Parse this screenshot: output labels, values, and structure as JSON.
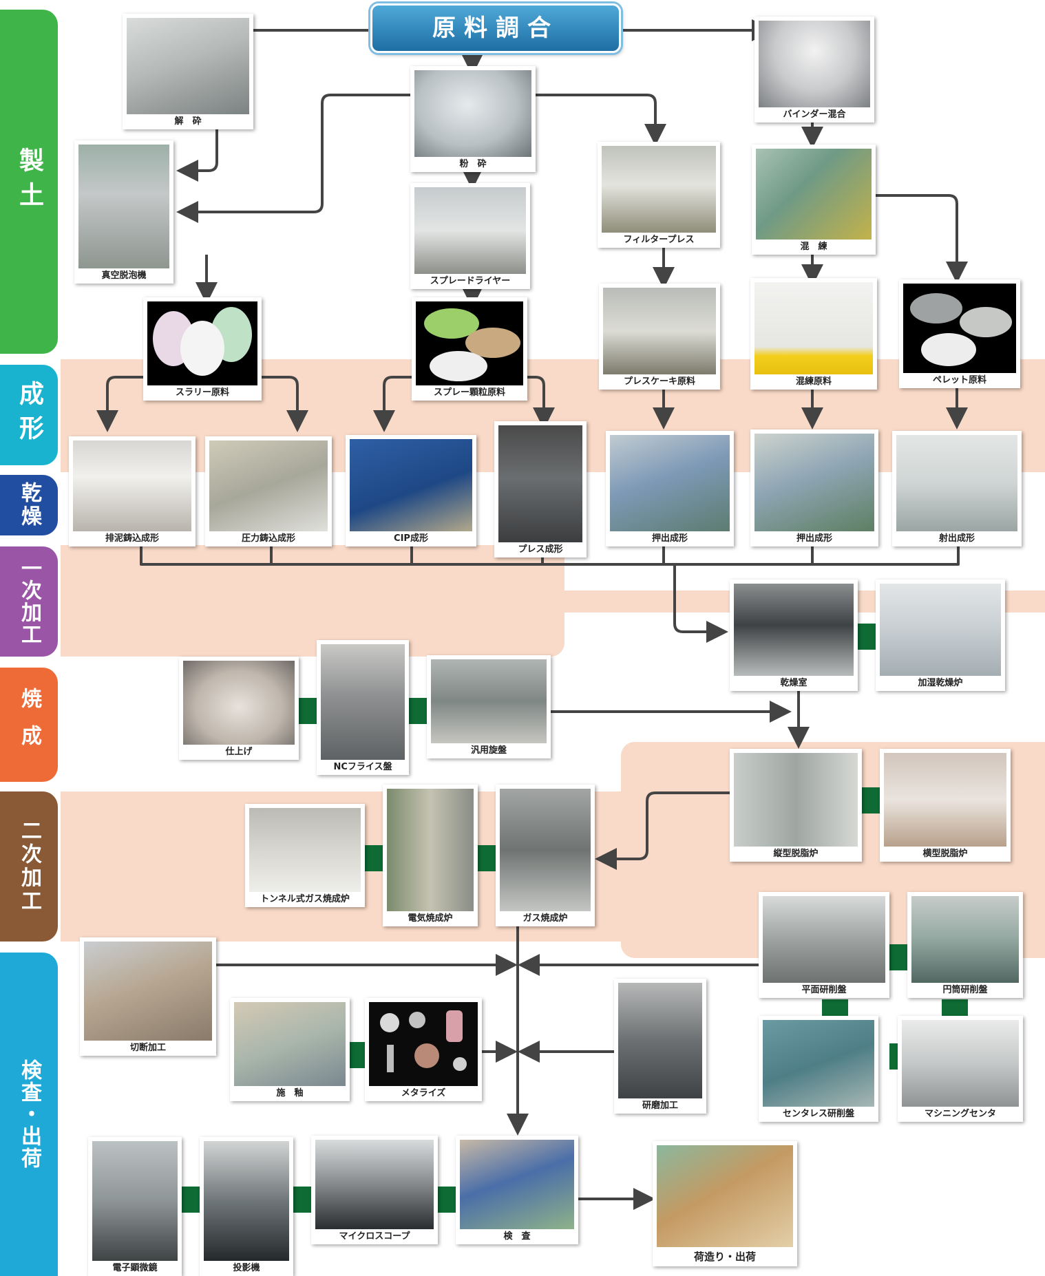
{
  "title": "原料調合",
  "stages": {
    "seido": "製土",
    "seikei": "成形",
    "kanso": "乾燥",
    "ichiji": "一次加工",
    "shosei": "焼成",
    "niji": "二次加工",
    "kensa": "検査・出荷"
  },
  "captions": {
    "kaisai": "解　砕",
    "funsai": "粉　砕",
    "binder": "バインダー混合",
    "shinku": "真空脱泡機",
    "spray_dryer": "スプレードライヤー",
    "filter": "フィルタープレス",
    "konren": "混　練",
    "slurry": "スラリー原料",
    "spray_gran": "スプレー顆粒原料",
    "press_cake": "プレスケーキ原料",
    "konren_genryo": "混練原料",
    "pellet": "ペレット原料",
    "haidei": "排泥鋳込成形",
    "atsuryoku": "圧力鋳込成形",
    "cip": "CIP成形",
    "press": "プレス成形",
    "oshidashi1": "押出成形",
    "oshidashi2": "押出成形",
    "shashutsu": "射出成形",
    "kansoshitsu": "乾燥室",
    "kashitsu": "加湿乾燥炉",
    "shiage": "仕上げ",
    "nc": "NCフライス盤",
    "hanyo": "汎用旋盤",
    "tategata": "縦型脱脂炉",
    "yokogata": "横型脱脂炉",
    "tunnel": "トンネル式ガス焼成炉",
    "denki": "電気焼成炉",
    "gas": "ガス焼成炉",
    "heimen": "平面研削盤",
    "entou": "円筒研削盤",
    "setsudan": "切断加工",
    "seyu": "施　釉",
    "metalize": "メタライズ",
    "kenma": "研磨加工",
    "centerless": "センタレス研削盤",
    "machining": "マシニングセンタ",
    "denshi": "電子顕微鏡",
    "toei": "投影機",
    "micro": "マイクロスコープ",
    "kensa": "検　査",
    "nizukuri": "荷造り・出荷"
  },
  "colors": {
    "seido": "#3fb549",
    "seikei": "#1ab3cf",
    "kanso": "#214ea0",
    "ichiji": "#9a55a7",
    "shosei": "#ee6a36",
    "niji": "#8a5a36",
    "kensa": "#1fa9d7",
    "band": "#f9d9c7",
    "connector": "#0d6b33",
    "arrow": "#444444"
  }
}
